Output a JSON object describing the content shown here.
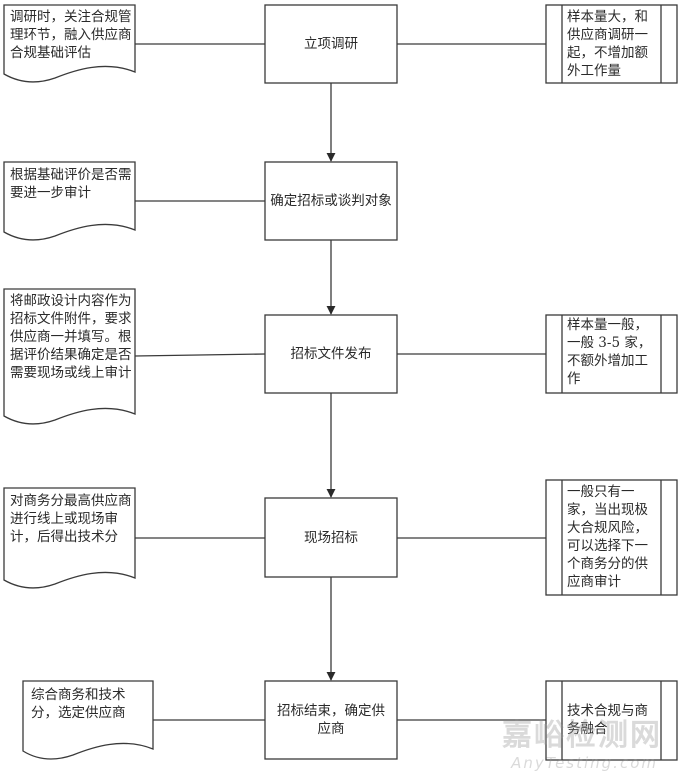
{
  "colors": {
    "stroke": "#3a3a3a",
    "text": "#2a2a2a",
    "background": "#ffffff"
  },
  "steps": [
    {
      "process": "立项调研",
      "note_left": "调研时，关注合规管理环节，融入供应商合规基础评估",
      "note_right": "样本量大，和供应商调研一起，不增加额外工作量"
    },
    {
      "process": "确定招标或谈判对象",
      "note_left": "根据基础评价是否需要进一步审计",
      "note_right": null
    },
    {
      "process": "招标文件发布",
      "note_left": "将邮政设计内容作为招标文件附件，要求供应商一并填写。根据评价结果确定是否需要现场或线上审计",
      "note_right": "样本量一般，一般 3-5 家，不额外增加工作"
    },
    {
      "process": "现场招标",
      "note_left": "对商务分最高供应商进行线上或现场审计，后得出技术分",
      "note_right": "一般只有一家，当出现极大合规风险，可以选择下一个商务分的供应商审计"
    },
    {
      "process": "招标结束，确定供应商",
      "note_left": "综合商务和技术分，选定供应商",
      "note_right": "技术合规与商务融合"
    }
  ],
  "watermark": {
    "cn": "嘉峪检测网",
    "en": "AnyTesting.com"
  }
}
